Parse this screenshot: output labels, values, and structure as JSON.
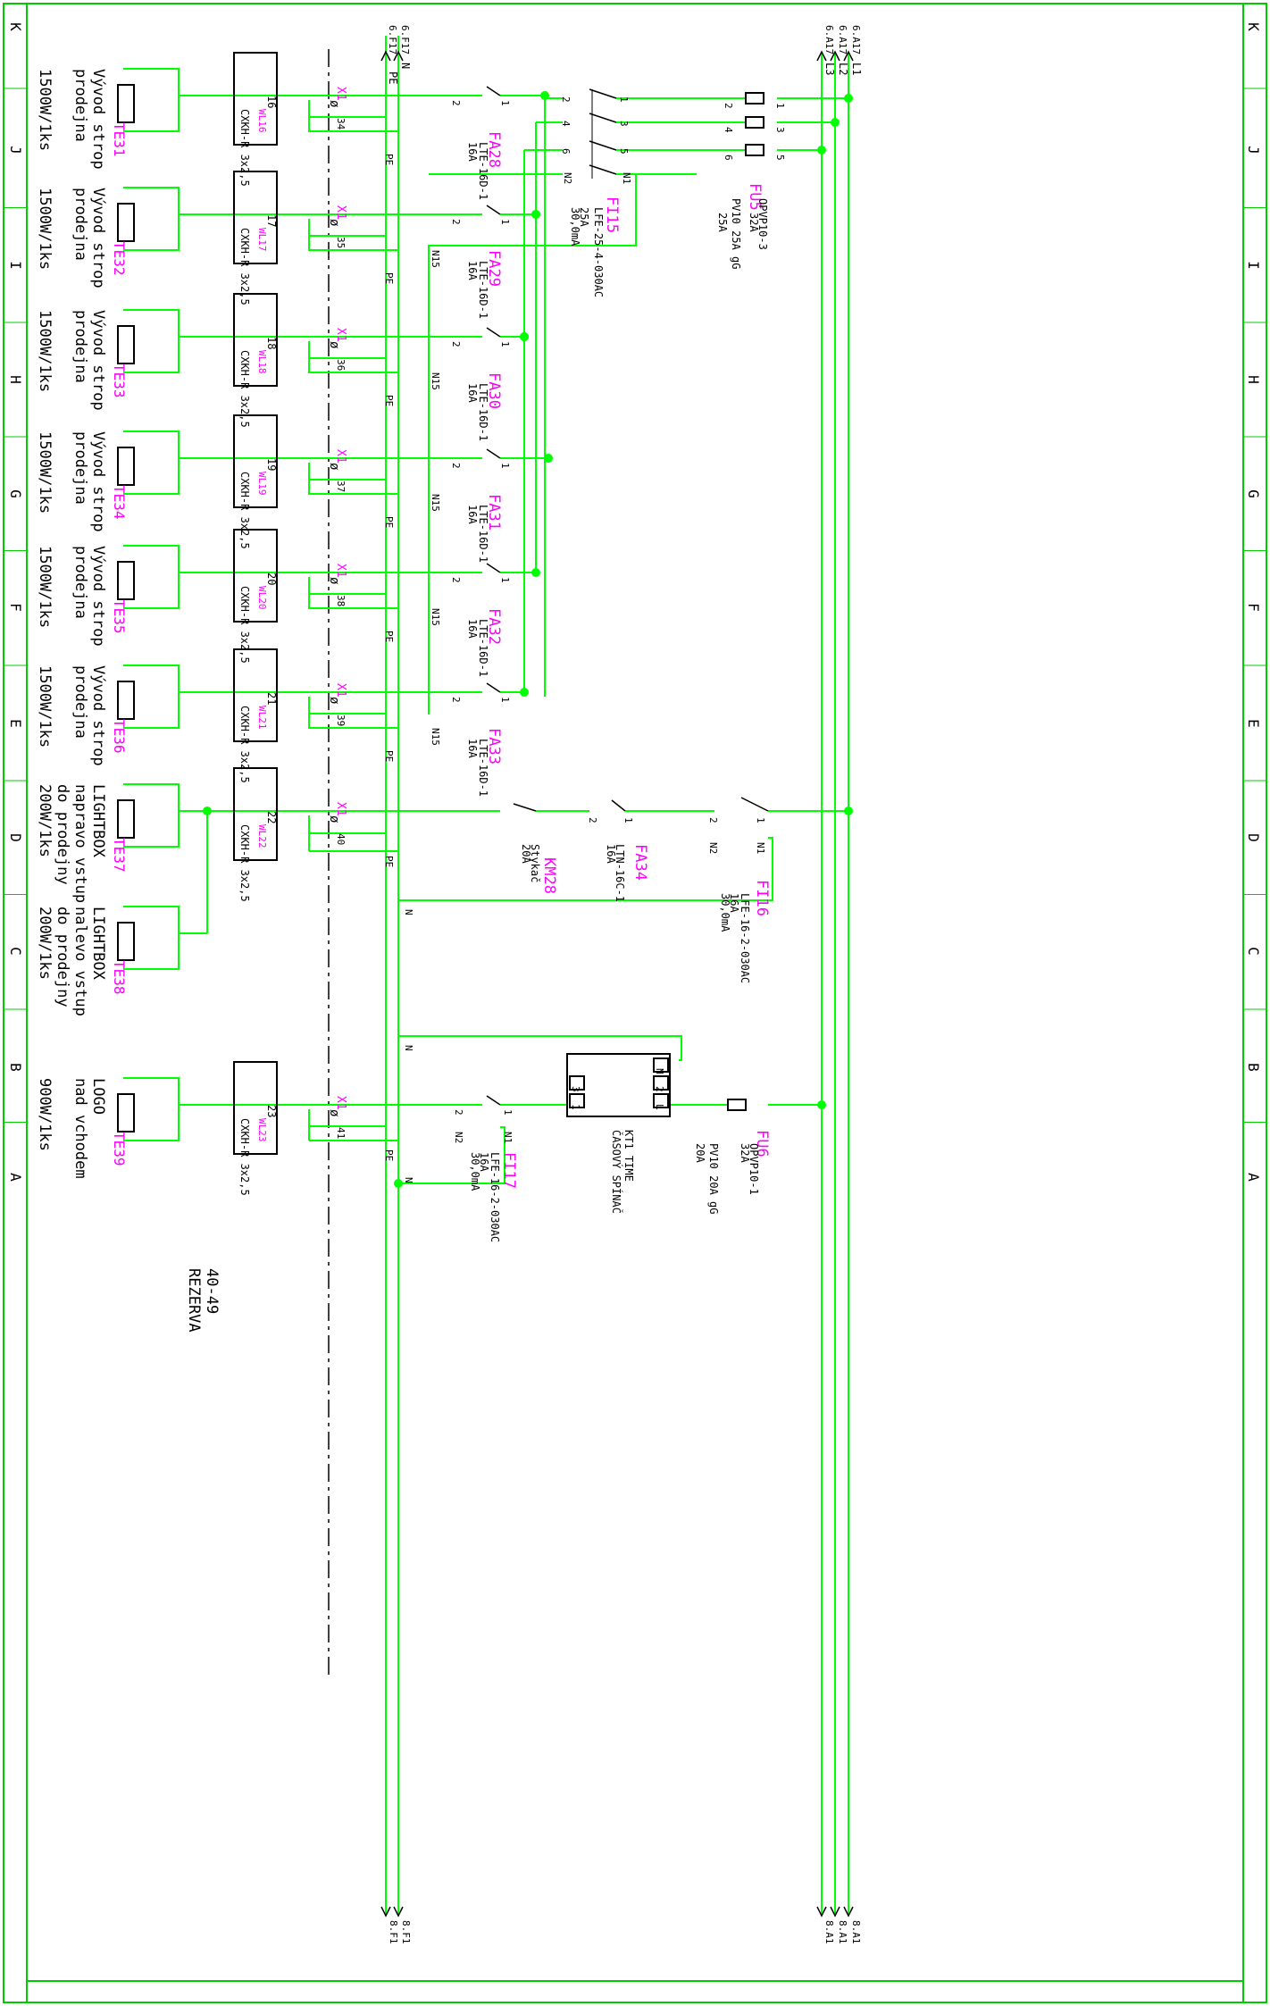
{
  "colors": {
    "wire": "#00ff00",
    "designation": "#ff00ff",
    "text": "#000000",
    "frame": "#00cc00"
  },
  "frame_columns": [
    "K",
    "J",
    "I",
    "H",
    "G",
    "F",
    "E",
    "D",
    "C",
    "B",
    "A"
  ],
  "bus_top_refs": {
    "L1": "6.A17",
    "L2": "6.A17",
    "L3": "6.A17",
    "N": "6.F17",
    "PE": "6.F17"
  },
  "bus_top_labels": [
    "L1",
    "L2",
    "L3",
    "N",
    "PE"
  ],
  "bus_bottom_refs": [
    "8.A1",
    "8.A1",
    "8.A1",
    "8.F1",
    "8.F1"
  ],
  "main_breaker": {
    "designation": "FU5",
    "type": "OPVP10-3",
    "rating": "32A",
    "fuse": "PV10 25A gG",
    "fuse_rating": "25A",
    "terminals": [
      "1",
      "2",
      "3",
      "4",
      "5",
      "6"
    ]
  },
  "rcd_main": {
    "designation": "FI15",
    "type": "LFE-25-4-030AC",
    "rating": "25A",
    "sensitivity": "30,0mA",
    "terminals": [
      "1",
      "2",
      "3",
      "4",
      "5",
      "6",
      "N1",
      "N2"
    ]
  },
  "neutral_label": "N15",
  "terminal_block": "X1",
  "pe_label": "PE",
  "n_label": "N",
  "circuits": [
    {
      "breaker": "FA28",
      "breaker_type": "LTE-16D-1",
      "breaker_rating": "16A",
      "cable": "WL16",
      "cable_type": "CXKH-R 3x2,5",
      "cable_no": "16",
      "terminal": "34",
      "consumer": "TE31",
      "desc": [
        "Vývod strop",
        "prodejna"
      ],
      "power": "1500W/1ks"
    },
    {
      "breaker": "FA29",
      "breaker_type": "LTE-16D-1",
      "breaker_rating": "16A",
      "cable": "WL17",
      "cable_type": "CXKH-R 3x2,5",
      "cable_no": "17",
      "terminal": "35",
      "consumer": "TE32",
      "desc": [
        "Vývod strop",
        "prodejna"
      ],
      "power": "1500W/1ks"
    },
    {
      "breaker": "FA30",
      "breaker_type": "LTE-16D-1",
      "breaker_rating": "16A",
      "cable": "WL18",
      "cable_type": "CXKH-R 3x2,5",
      "cable_no": "18",
      "terminal": "36",
      "consumer": "TE33",
      "desc": [
        "Vývod strop",
        "prodejna"
      ],
      "power": "1500W/1ks"
    },
    {
      "breaker": "FA31",
      "breaker_type": "LTE-16D-1",
      "breaker_rating": "16A",
      "cable": "WL19",
      "cable_type": "CXKH-R 3x2,5",
      "cable_no": "19",
      "terminal": "37",
      "consumer": "TE34",
      "desc": [
        "Vývod strop",
        "prodejna"
      ],
      "power": "1500W/1ks"
    },
    {
      "breaker": "FA32",
      "breaker_type": "LTE-16D-1",
      "breaker_rating": "16A",
      "cable": "WL20",
      "cable_type": "CXKH-R 3x2,5",
      "cable_no": "20",
      "terminal": "38",
      "consumer": "TE35",
      "desc": [
        "Vývod strop",
        "prodejna"
      ],
      "power": "1500W/1ks"
    },
    {
      "breaker": "FA33",
      "breaker_type": "LTE-16D-1",
      "breaker_rating": "16A",
      "cable": "WL21",
      "cable_type": "CXKH-R 3x2,5",
      "cable_no": "21",
      "terminal": "39",
      "consumer": "TE36",
      "desc": [
        "Vývod strop",
        "prodejna"
      ],
      "power": "1500W/1ks"
    }
  ],
  "lightbox": {
    "rcd": {
      "designation": "FI16",
      "type": "LFE-16-2-030AC",
      "rating": "16A",
      "sensitivity": "30,0mA"
    },
    "breaker": {
      "designation": "FA34",
      "type": "LTN-16C-1",
      "rating": "16A"
    },
    "contactor": {
      "designation": "KM28",
      "type": "Stykač",
      "rating": "20A"
    },
    "cable": "WL22",
    "cable_type": "CXKH-R 3x2,5",
    "cable_no": "22",
    "terminal": "40",
    "consumers": [
      {
        "id": "TE37",
        "desc": [
          "LIGHTBOX",
          "napravo vstup",
          "do prodejny"
        ],
        "power": "200W/1ks"
      },
      {
        "id": "TE38",
        "desc": [
          "LIGHTBOX",
          "nalevo vstup",
          "do prodejny"
        ],
        "power": "200W/1ks"
      }
    ]
  },
  "logo": {
    "fuse": {
      "designation": "FU6",
      "type": "OPVP10-1",
      "rating": "32A",
      "fuse": "PV10 20A gG",
      "fuse_rating": "20A"
    },
    "timer": {
      "designation": "KT1 TIME",
      "desc": "ČASOVÝ SPÍNAČ",
      "terminals": [
        "N",
        "2",
        "L",
        "3",
        "1"
      ]
    },
    "rcd": {
      "designation": "FI17",
      "type": "LFE-16-2-030AC",
      "rating": "16A",
      "sensitivity": "30,0mA"
    },
    "cable": "WL23",
    "cable_type": "CXKH-R 3x2,5",
    "cable_no": "23",
    "terminal": "41",
    "consumer": "TE39",
    "desc": [
      "LOGO",
      "nad vchodem"
    ],
    "power": "900W/1ks"
  },
  "reserve": {
    "range": "40-49",
    "label": "REZERVA"
  }
}
